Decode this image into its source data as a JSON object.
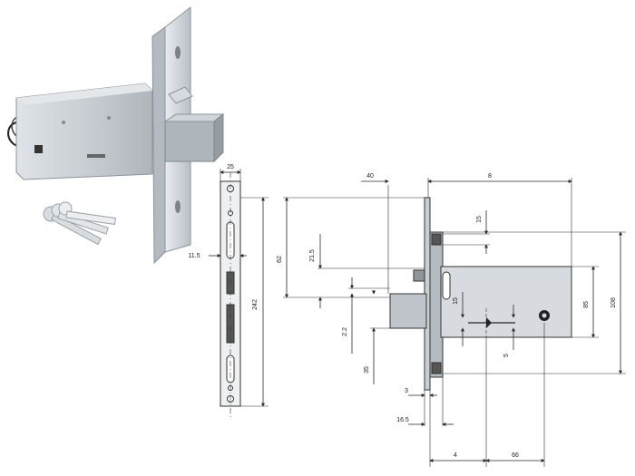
{
  "front_view": {
    "top_width": "25",
    "offset": "11.5",
    "height": "242"
  },
  "side_view": {
    "top_left": "40",
    "top_right": "8",
    "v1": "62",
    "v2": "21.5",
    "v3": "2.2",
    "v4": "35",
    "v5": "15",
    "v6": "85",
    "v7": "108",
    "v8": "15",
    "v9": "5",
    "b1": "3",
    "b2": "16.5",
    "b3": "4",
    "b4": "66"
  },
  "colors": {
    "steel": "#c9ced3",
    "steel_dark": "#9aa1a8",
    "line": "#2a2a2a"
  }
}
